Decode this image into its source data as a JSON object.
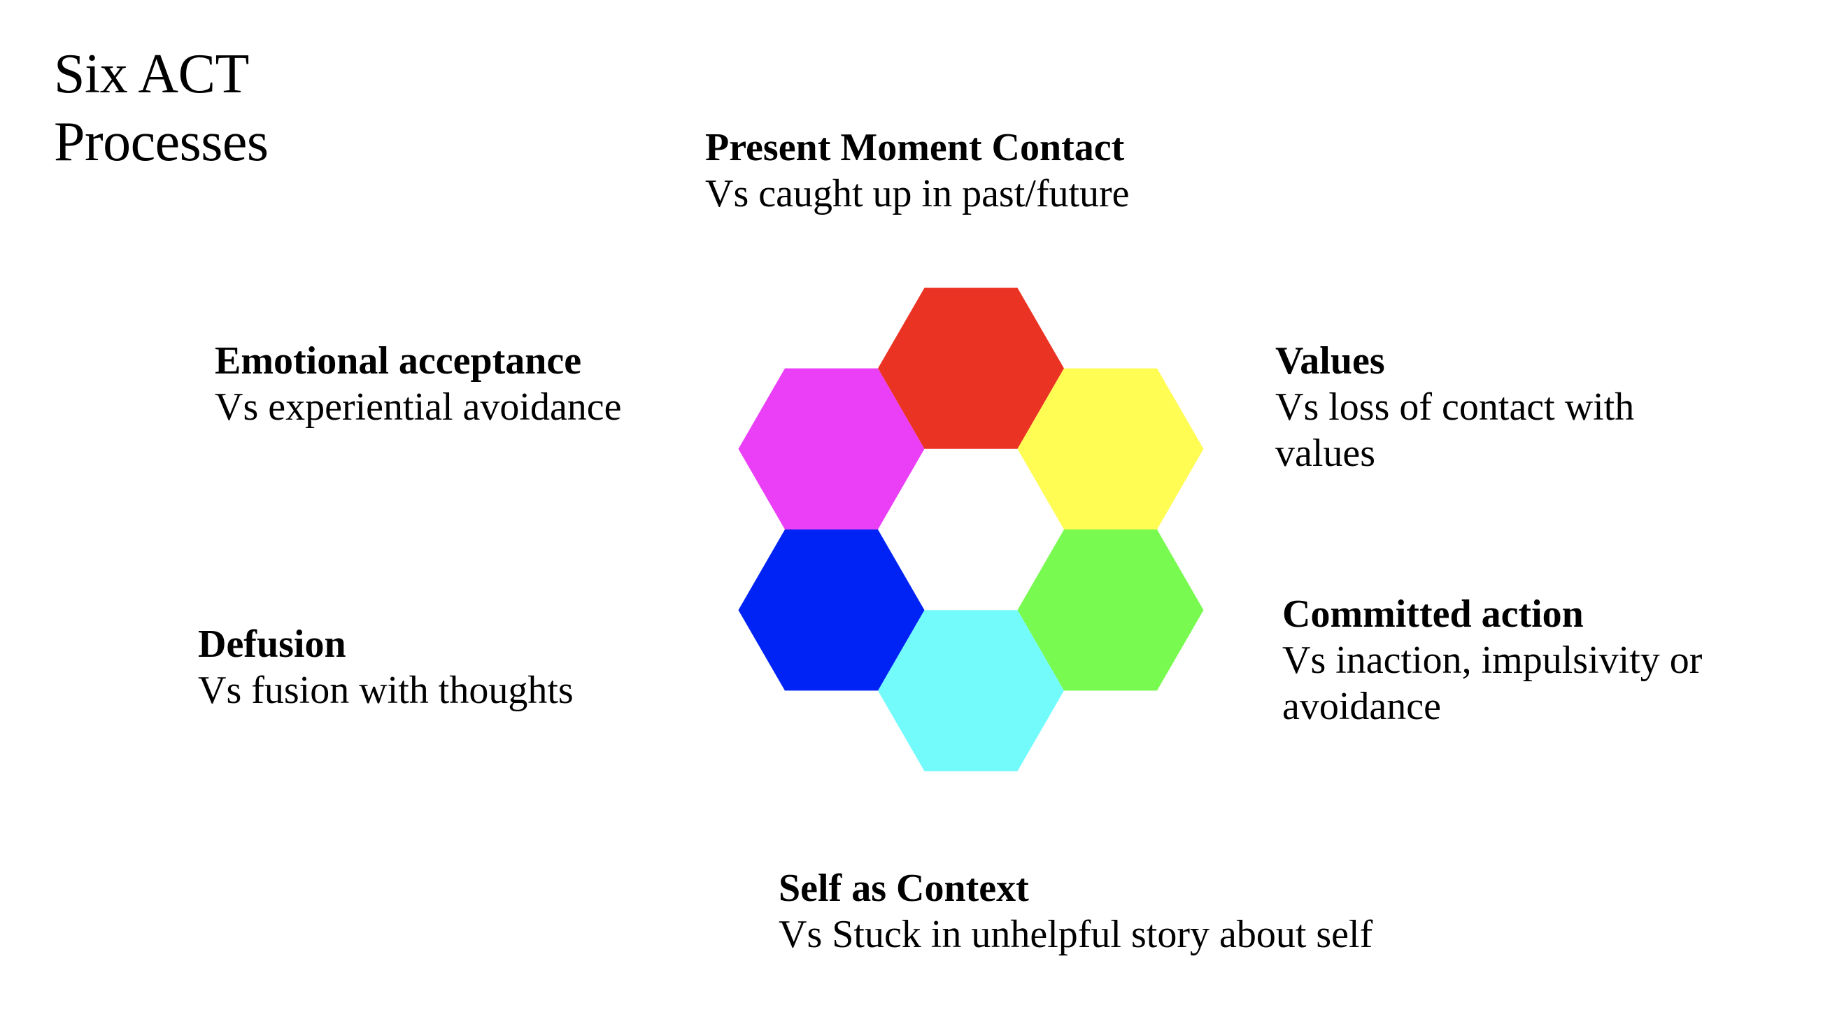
{
  "slide": {
    "title_lines": [
      "Six ACT",
      "Processes"
    ]
  },
  "processes": [
    {
      "id": "present-moment",
      "heading": "Present Moment Contact",
      "desc": "Vs caught up in past/future",
      "color": "#EB3324",
      "hex_position": "top"
    },
    {
      "id": "values",
      "heading": "Values",
      "desc": "Vs loss of contact with values",
      "color": "#FFFC53",
      "hex_position": "upper-right"
    },
    {
      "id": "committed-action",
      "heading": "Committed action",
      "desc": "Vs inaction, impulsivity or avoidance",
      "color": "#78FA50",
      "hex_position": "lower-right"
    },
    {
      "id": "self-as-context",
      "heading": "Self as Context",
      "desc": "Vs Stuck in unhelpful story about self",
      "color": "#73FBFC",
      "hex_position": "bottom"
    },
    {
      "id": "defusion",
      "heading": "Defusion",
      "desc": "Vs fusion with thoughts",
      "color": "#0023F5",
      "hex_position": "lower-left"
    },
    {
      "id": "emotional-acceptance",
      "heading": "Emotional acceptance",
      "desc": "Vs experiential avoidance",
      "color": "#EA3FF7",
      "hex_position": "upper-left"
    }
  ]
}
